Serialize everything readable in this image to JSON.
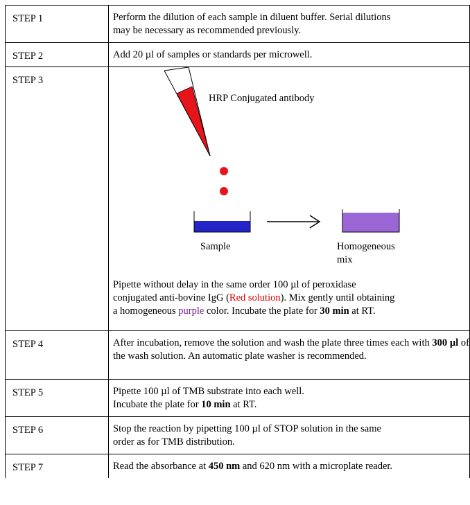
{
  "steps": [
    {
      "label": "STEP 1",
      "lines": [
        "Perform the dilution of each sample in diluent buffer. Serial dilutions",
        "may be necessary as recommended previously."
      ]
    },
    {
      "label": "STEP 2",
      "lines": [
        "Add 20 µl of samples or standards per microwell."
      ]
    },
    {
      "label": "STEP 3",
      "illustration": {
        "antibody_label": "HRP Conjugated antibody",
        "sample_label": "Sample",
        "mix_label_1": "Homogeneous",
        "mix_label_2": "mix",
        "colors": {
          "drop": "#e8141b",
          "sample": "#2323c8",
          "mix": "#9a66d6"
        }
      },
      "text": {
        "line1": "Pipette without delay in the same order 100 µl of peroxidase",
        "line2_a": "conjugated anti-bovine IgG (",
        "line2_red": "Red solution",
        "line2_b": "). Mix gently until obtaining",
        "line3_a": "a homogeneous ",
        "line3_purple": "purple",
        "line3_b": " color. Incubate the plate for ",
        "line3_bold": "30 min",
        "line3_c": " at RT."
      }
    },
    {
      "label": "STEP 4",
      "text": {
        "a": "After incubation, remove the solution and wash the plate three times each with ",
        "bold": "300 µl",
        "b": " of the wash solution. An automatic plate washer is recommended."
      }
    },
    {
      "label": "STEP 5",
      "line1": "Pipette 100 µl of TMB substrate into each well.",
      "line2_a": "Incubate the plate for ",
      "line2_bold": "10 min",
      "line2_b": " at RT."
    },
    {
      "label": "STEP 6",
      "lines": [
        "Stop the reaction by pipetting 100 µl of STOP solution in the same",
        "order as for TMB distribution."
      ]
    },
    {
      "label": "STEP 7",
      "a": "Read the absorbance at ",
      "bold": "450 nm",
      "b": " and 620 nm with a microplate reader."
    }
  ]
}
